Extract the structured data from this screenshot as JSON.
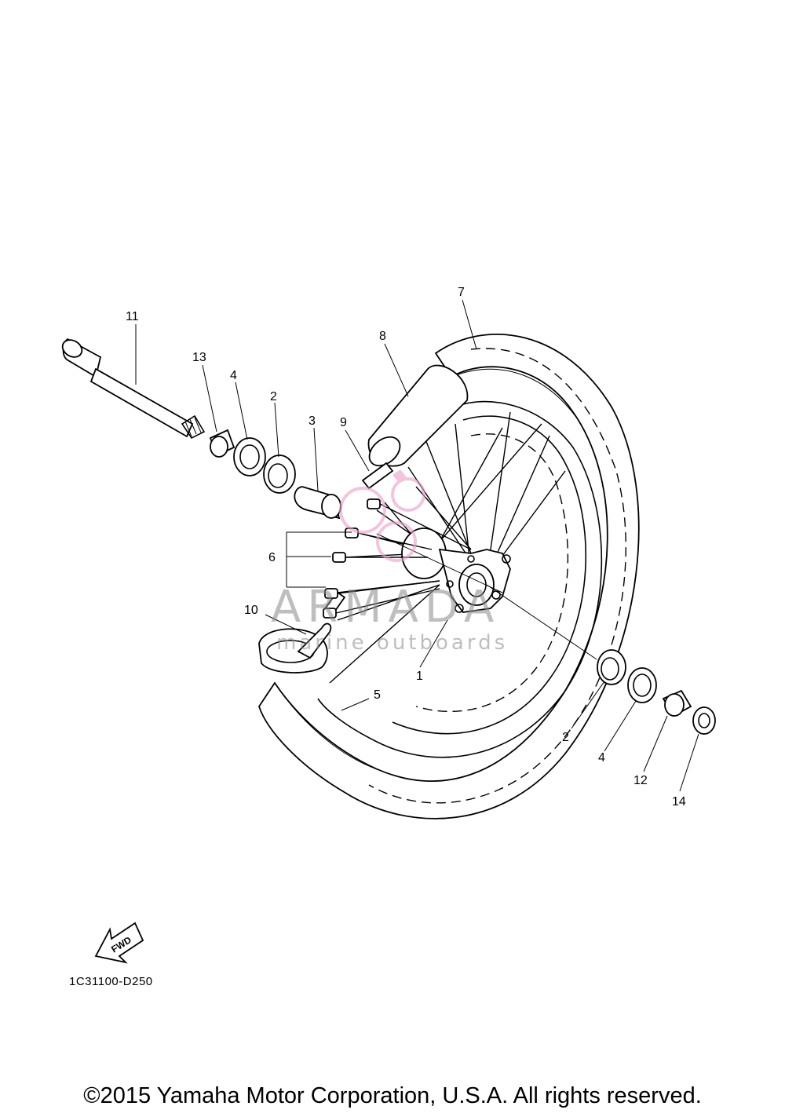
{
  "diagram": {
    "drawing_code": "1C31100-D250",
    "fwd_label": "FWD",
    "callouts": {
      "c1": "1",
      "c2a": "2",
      "c2b": "2",
      "c3": "3",
      "c4a": "4",
      "c4b": "4",
      "c5": "5",
      "c6": "6",
      "c7": "7",
      "c8": "8",
      "c9": "9",
      "c10": "10",
      "c11": "11",
      "c12": "12",
      "c13": "13",
      "c14": "14"
    },
    "watermark": {
      "brand": "ARMADA",
      "tagline": "marine outboards"
    },
    "colors": {
      "line": "#000000",
      "background": "#ffffff",
      "watermark_pink": "#e8a0c8",
      "watermark_gray": "#8a8a8a"
    }
  },
  "footer": {
    "copyright": "©2015 Yamaha Motor Corporation, U.S.A. All rights reserved."
  }
}
